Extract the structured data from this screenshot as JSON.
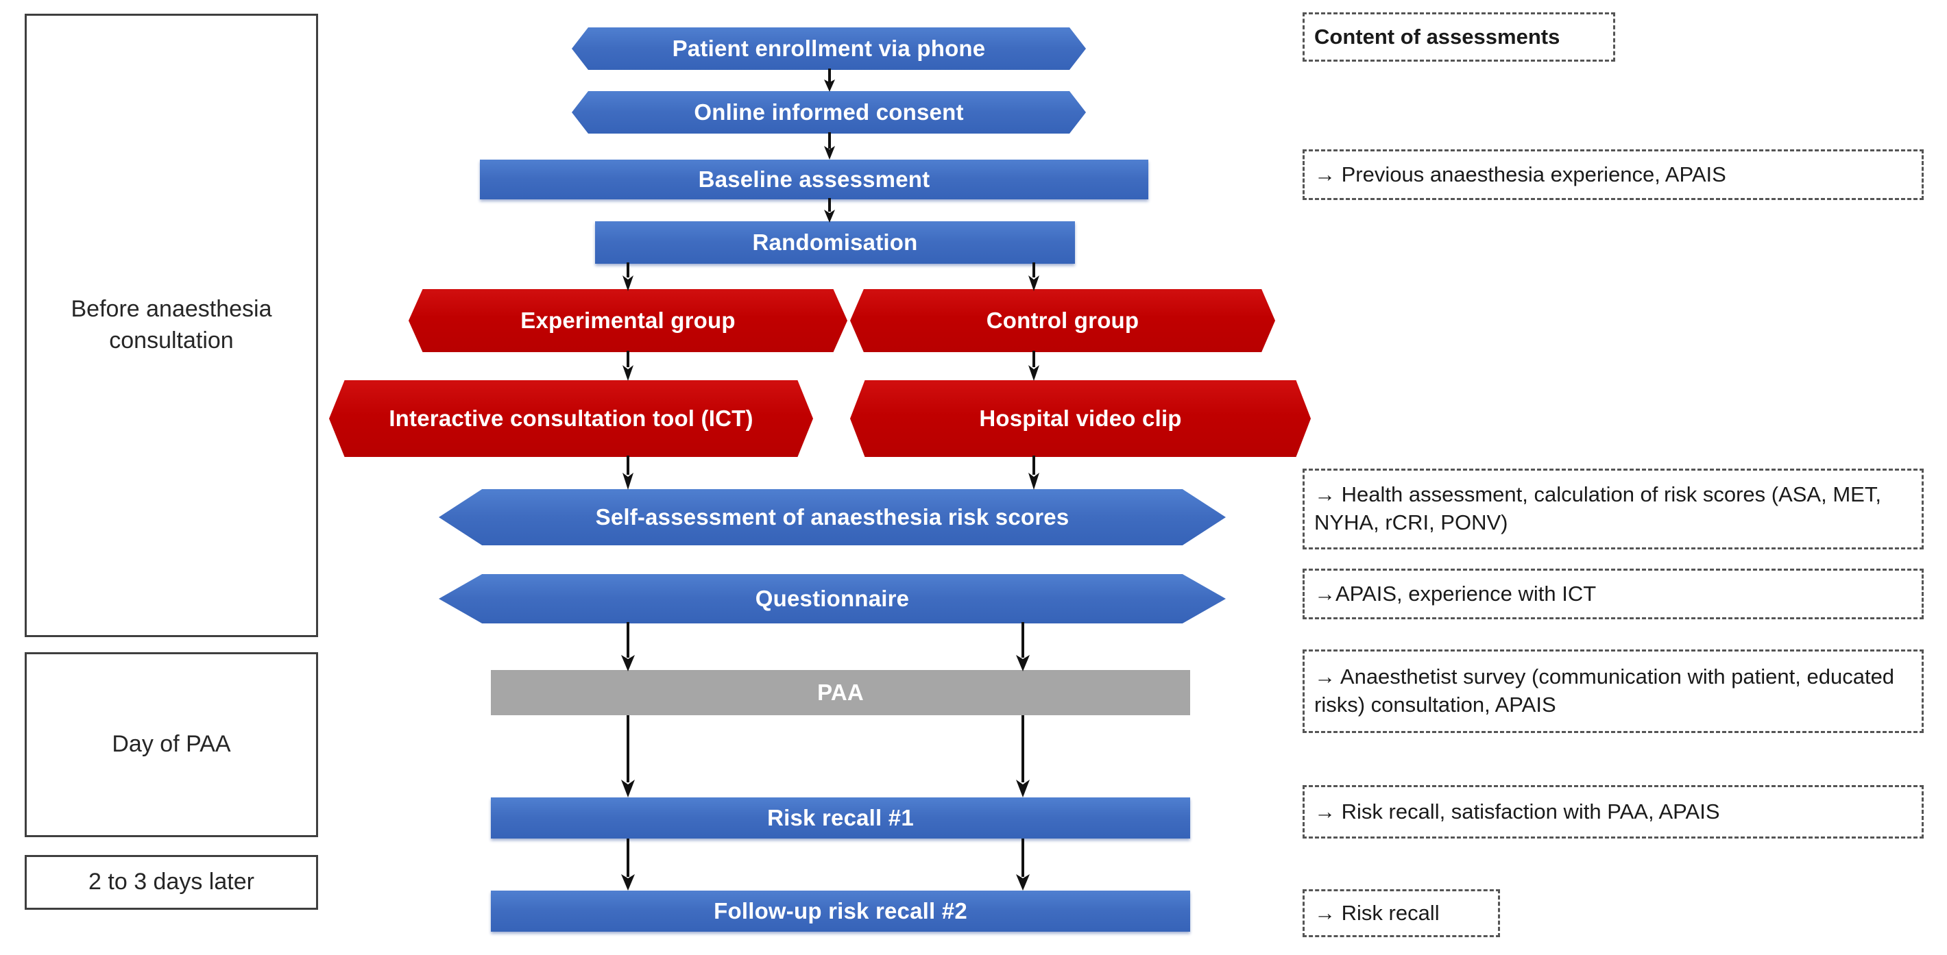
{
  "phases": [
    {
      "id": "before-consultation",
      "label": "Before anaesthesia consultation"
    },
    {
      "id": "day-of-paa",
      "label": "Day of PAA"
    },
    {
      "id": "days-later",
      "label": "2 to 3 days later"
    }
  ],
  "flow": {
    "nodes": [
      {
        "id": "patient-enrollment",
        "label": "Patient enrollment via phone",
        "color": "blue",
        "shape": "hexagon"
      },
      {
        "id": "online-informed-consent",
        "label": "Online informed consent",
        "color": "blue",
        "shape": "hexagon"
      },
      {
        "id": "baseline-assessment",
        "label": "Baseline assessment",
        "color": "blue",
        "shape": "rectangle"
      },
      {
        "id": "randomisation",
        "label": "Randomisation",
        "color": "blue",
        "shape": "rectangle"
      },
      {
        "id": "experimental-group",
        "label": "Experimental group",
        "color": "red",
        "shape": "hexagon"
      },
      {
        "id": "control-group",
        "label": "Control group",
        "color": "red",
        "shape": "hexagon"
      },
      {
        "id": "interactive-consultation-tool",
        "label": "Interactive consultation tool (ICT)",
        "color": "red",
        "shape": "hexagon"
      },
      {
        "id": "hospital-video-clip",
        "label": "Hospital video clip",
        "color": "red",
        "shape": "hexagon"
      },
      {
        "id": "self-assessment-risk-scores",
        "label": "Self-assessment of anaesthesia risk scores",
        "color": "blue",
        "shape": "hexagon"
      },
      {
        "id": "questionnaire",
        "label": "Questionnaire",
        "color": "blue",
        "shape": "hexagon"
      },
      {
        "id": "paa",
        "label": "PAA",
        "color": "gray",
        "shape": "rectangle"
      },
      {
        "id": "risk-recall-1",
        "label": "Risk recall #1",
        "color": "blue",
        "shape": "rectangle"
      },
      {
        "id": "follow-up-risk-recall-2",
        "label": "Follow-up risk recall #2",
        "color": "blue",
        "shape": "rectangle"
      }
    ]
  },
  "notes": [
    {
      "id": "content-of-assessments",
      "text": "Content of assessments",
      "bold": true
    },
    {
      "id": "previous-anaesthesia-experience",
      "text": "→ Previous anaesthesia experience, APAIS",
      "bold": false
    },
    {
      "id": "health-assessment-risk-scores",
      "text": "→ Health assessment, calculation of risk scores (ASA, MET, NYHA, rCRI, PONV)",
      "bold": false
    },
    {
      "id": "apais-experience-with-ict",
      "text": "→APAIS, experience with  ICT",
      "bold": false
    },
    {
      "id": "anaesthetist-survey",
      "text": "→ Anaesthetist survey (communication with patient, educated risks) consultation,  APAIS",
      "bold": false
    },
    {
      "id": "risk-recall-satisfaction",
      "text": "→ Risk recall, satisfaction with PAA,  APAIS",
      "bold": false
    },
    {
      "id": "risk-recall-note",
      "text": "→ Risk recall",
      "bold": false
    }
  ],
  "colors": {
    "blue": "#4472C4",
    "red": "#C00000",
    "gray": "#A6A6A6",
    "outline": "#3F3F3F",
    "dashed_border": "#555555",
    "text_dark": "#1A1A1A",
    "text_light": "#FFFFFF"
  }
}
